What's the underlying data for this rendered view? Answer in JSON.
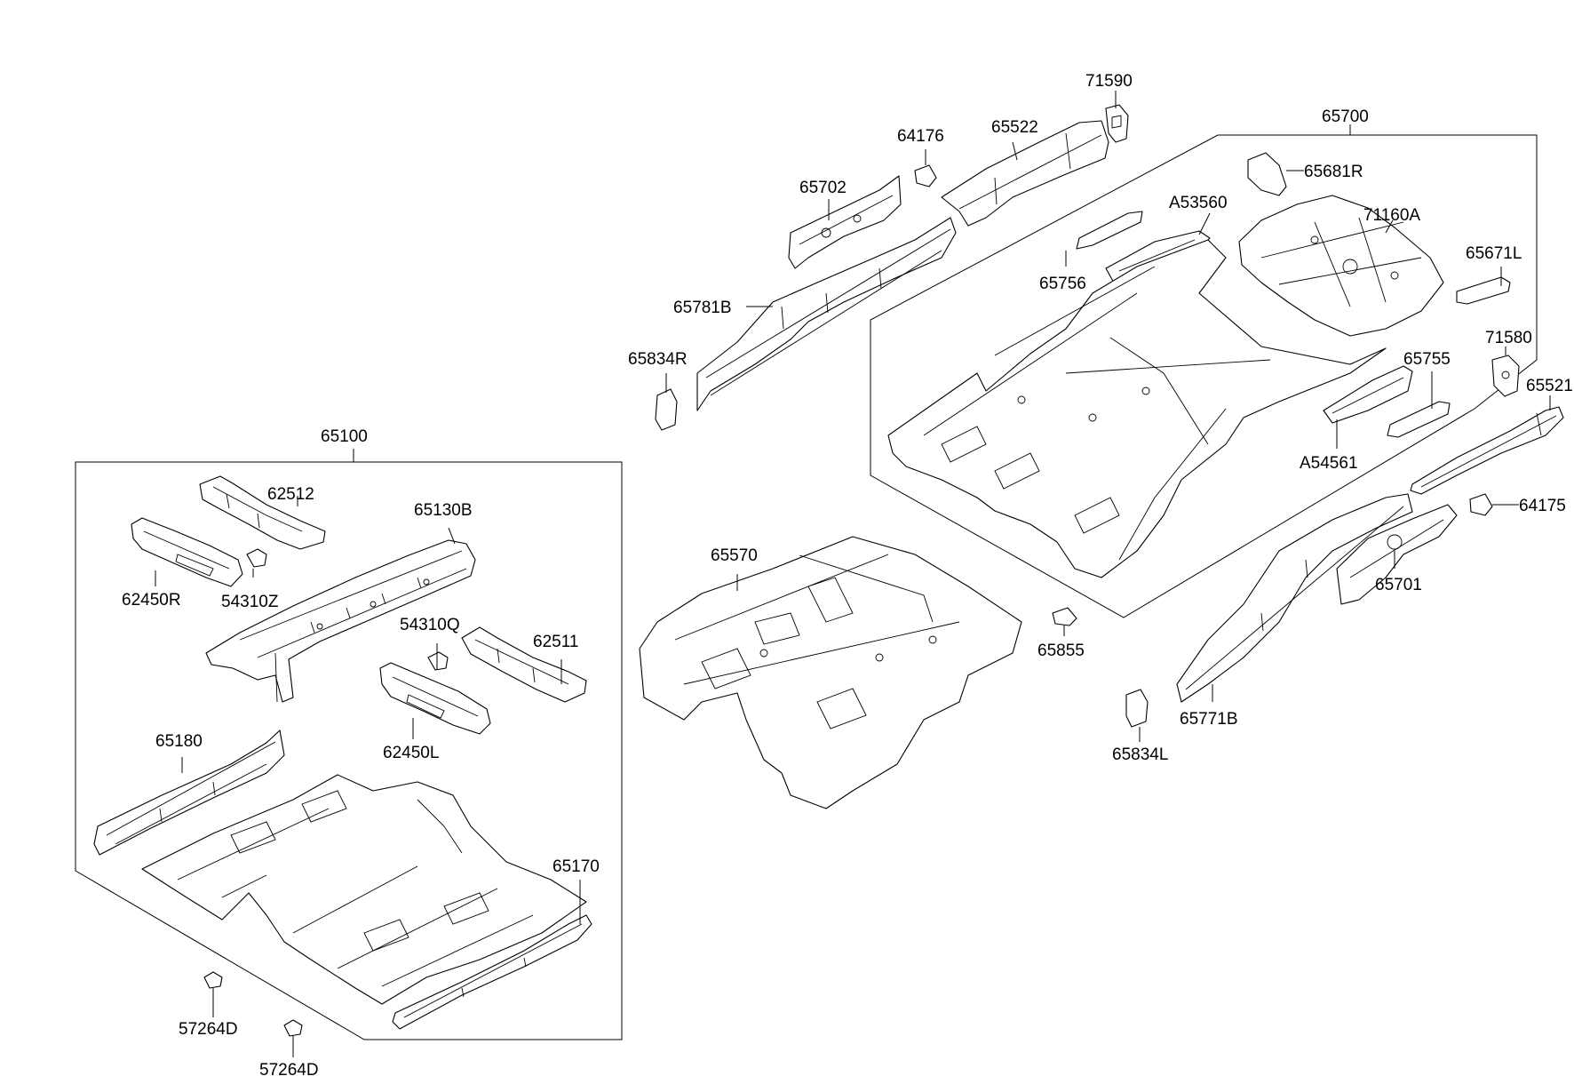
{
  "callouts": [
    {
      "id": "c65100",
      "label": "65100"
    },
    {
      "id": "c62512",
      "label": "62512"
    },
    {
      "id": "c65130B",
      "label": "65130B"
    },
    {
      "id": "c62450R",
      "label": "62450R"
    },
    {
      "id": "c54310Z",
      "label": "54310Z"
    },
    {
      "id": "c54310Q",
      "label": "54310Q"
    },
    {
      "id": "c62511",
      "label": "62511"
    },
    {
      "id": "c62450L",
      "label": "62450L"
    },
    {
      "id": "c65180",
      "label": "65180"
    },
    {
      "id": "c65170",
      "label": "65170"
    },
    {
      "id": "c57264D1",
      "label": "57264D"
    },
    {
      "id": "c57264D2",
      "label": "57264D"
    },
    {
      "id": "c65570",
      "label": "65570"
    },
    {
      "id": "c71590",
      "label": "71590"
    },
    {
      "id": "c64176",
      "label": "64176"
    },
    {
      "id": "c65522",
      "label": "65522"
    },
    {
      "id": "c65702",
      "label": "65702"
    },
    {
      "id": "c65781B",
      "label": "65781B"
    },
    {
      "id": "c65834R",
      "label": "65834R"
    },
    {
      "id": "c65700",
      "label": "65700"
    },
    {
      "id": "c65681R",
      "label": "65681R"
    },
    {
      "id": "cA53560",
      "label": "A53560"
    },
    {
      "id": "c71160A",
      "label": "71160A"
    },
    {
      "id": "c65756",
      "label": "65756"
    },
    {
      "id": "c65671L",
      "label": "65671L"
    },
    {
      "id": "c71580",
      "label": "71580"
    },
    {
      "id": "c65755",
      "label": "65755"
    },
    {
      "id": "c65521",
      "label": "65521"
    },
    {
      "id": "cA54561",
      "label": "A54561"
    },
    {
      "id": "c64175",
      "label": "64175"
    },
    {
      "id": "c65701",
      "label": "65701"
    },
    {
      "id": "c65855",
      "label": "65855"
    },
    {
      "id": "c65771B",
      "label": "65771B"
    },
    {
      "id": "c65834L",
      "label": "65834L"
    }
  ]
}
